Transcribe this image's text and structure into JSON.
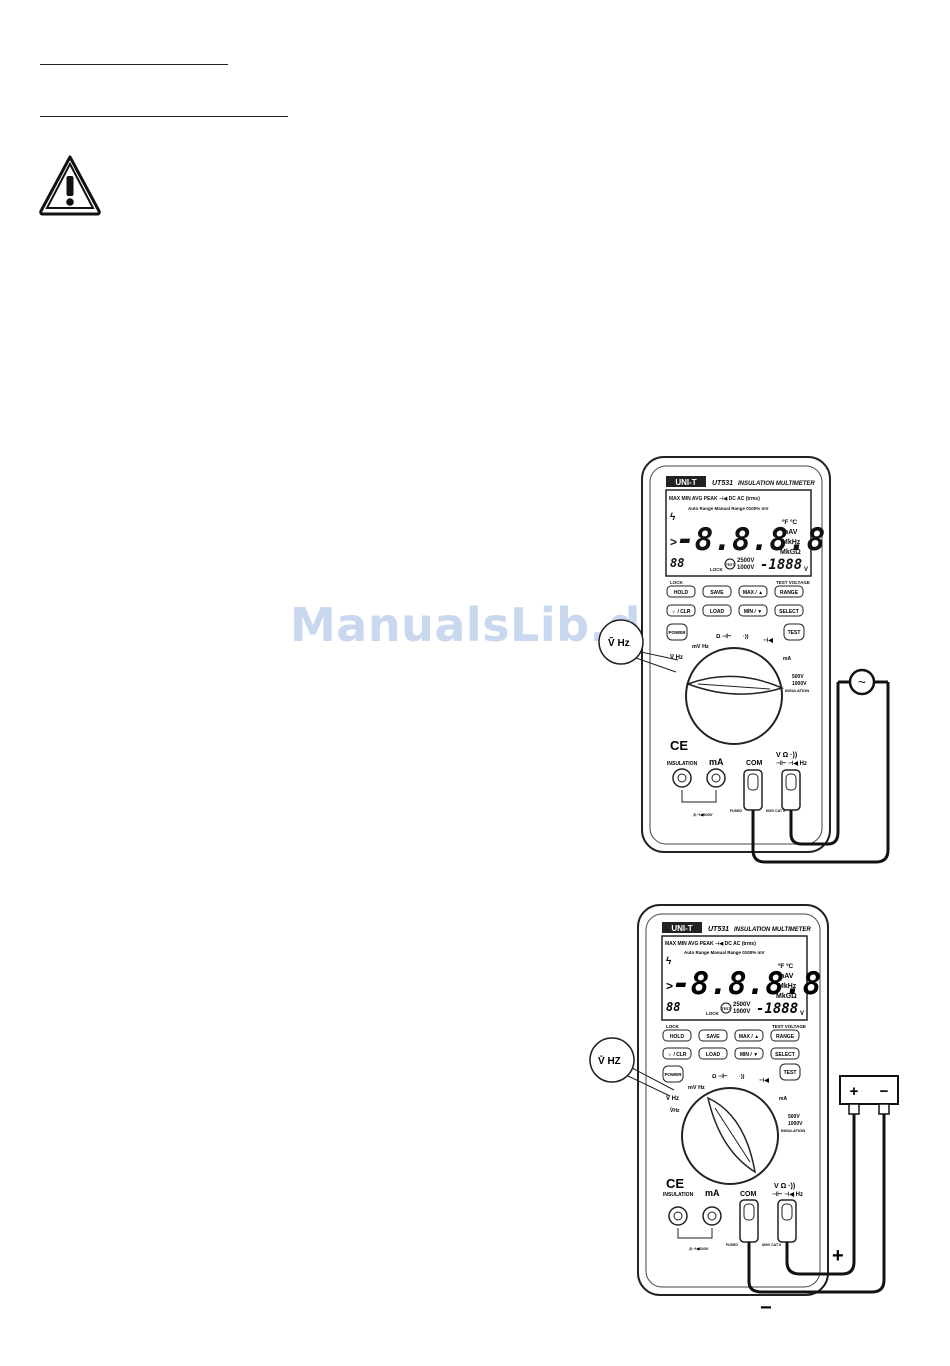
{
  "watermark": "ManualsLib.de",
  "meters": [
    {
      "brand": "UNI-T",
      "model": "UT531",
      "title": "INSULATION MULTIMETER",
      "lcd": {
        "indicators": [
          "MAX",
          "MIN",
          "AVG",
          "PEAK",
          "DC AC (trms)"
        ],
        "mode_line": "Auto Range  Manual Range   0100% mV",
        "main_digits": "-8.8.8.8",
        "units": [
          "ºF ºC",
          "mAV",
          "MkHz",
          "MkGΩ"
        ],
        "lock": "LOCK",
        "test": "TEST",
        "voltages": [
          "2500V",
          "1000V"
        ],
        "sub_digits": "-1888",
        "sub_unit": "V"
      },
      "buttons": {
        "lock_label": "LOCK",
        "test_voltage_label": "TEST VOLTAGE",
        "row1": [
          "HOLD",
          "SAVE",
          "MAX / ▲",
          "RANGE"
        ],
        "row2": [
          "☼ / CLR",
          "LOAD",
          "MIN / ▼",
          "SELECT"
        ],
        "power": "POWER",
        "test": "TEST"
      },
      "dial": {
        "labels": [
          "V̄ Hz",
          "mV Hz",
          "Ω ⊣⊢",
          "·))",
          "⊣◀",
          "mA",
          "500V",
          "1000V",
          "INSULATION"
        ]
      },
      "ce": "CE",
      "terminals": [
        "INSULATION",
        "mA",
        "COM",
        "V Ω ·))"
      ],
      "terminal_sub": "⊣⊢ ⊣◀ Hz",
      "callout": "Ṽ Hz",
      "source": "~"
    },
    {
      "brand": "UNI-T",
      "model": "UT531",
      "title": "INSULATION MULTIMETER",
      "lcd": {
        "indicators": [
          "MAX",
          "MIN",
          "AVG",
          "PEAK",
          "DC AC (trms)"
        ],
        "mode_line": "Auto Range  Manual Range   0100% mV",
        "main_digits": "-8.8.8.8",
        "units": [
          "ºF ºC",
          "mAV",
          "MkHz",
          "MkGΩ"
        ],
        "lock": "LOCK",
        "test": "TEST",
        "voltages": [
          "2500V",
          "1000V"
        ],
        "sub_digits": "-1888",
        "sub_unit": "V"
      },
      "buttons": {
        "lock_label": "LOCK",
        "test_voltage_label": "TEST VOLTAGE",
        "row1": [
          "HOLD",
          "SAVE",
          "MAX / ▲",
          "RANGE"
        ],
        "row2": [
          "☼ / CLR",
          "LOAD",
          "MIN / ▼",
          "SELECT"
        ],
        "power": "POWER",
        "test": "TEST"
      },
      "dial": {
        "labels": [
          "V̄ Hz",
          "mV Hz",
          "Ω ⊣⊢",
          "·))",
          "⊣◀",
          "mA",
          "500V",
          "1000V",
          "INSULATION"
        ]
      },
      "ce": "CE",
      "terminals": [
        "INSULATION",
        "mA",
        "COM",
        "V Ω ·))"
      ],
      "terminal_sub": "⊣⊢ ⊣◀ Hz",
      "callout": "V̄ HZ",
      "battery": {
        "plus": "+",
        "minus": "−"
      },
      "lead_plus": "+",
      "lead_minus": "−"
    }
  ]
}
